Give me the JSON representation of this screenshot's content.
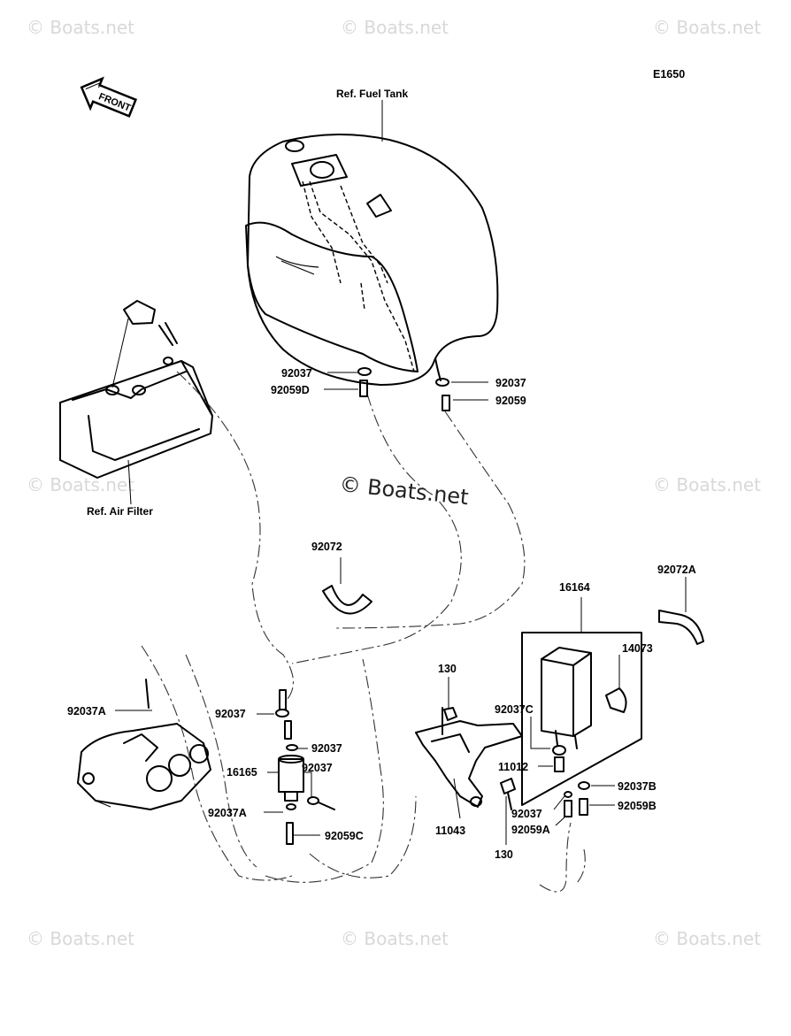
{
  "diagram_code": "E1650",
  "front_label": "FRONT",
  "watermarks": [
    "© Boats.net",
    "© Boats.net",
    "© Boats.net",
    "© Boats.net",
    "© Boats.net",
    "© Boats.net",
    "© Boats.net",
    "© Boats.net"
  ],
  "center_watermark": "© Boats.net",
  "refs": {
    "fuel_tank": "Ref. Fuel Tank",
    "air_filter": "Ref. Air Filter"
  },
  "parts": {
    "p92037_tank_left": "92037",
    "p92059D": "92059D",
    "p92037_tank_right": "92037",
    "p92059": "92059",
    "p92072": "92072",
    "p92072A": "92072A",
    "p16164": "16164",
    "p14073": "14073",
    "p130_top": "130",
    "p92037C": "92037C",
    "p11012": "11012",
    "p92037B": "92037B",
    "p92059B": "92059B",
    "p92037_canister": "92037",
    "p92059A": "92059A",
    "p11043": "11043",
    "p130_bottom": "130",
    "p92037A_left": "92037A",
    "p92037_pump_top": "92037",
    "p92037_pump_mid": "92037",
    "p92037_pump_side": "92037",
    "p16165": "16165",
    "p92037A_pump": "92037A",
    "p92059C": "92059C"
  }
}
